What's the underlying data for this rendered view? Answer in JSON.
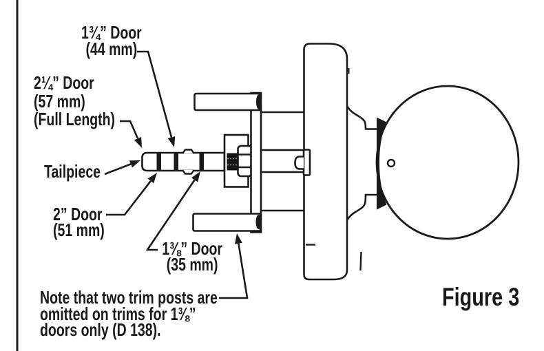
{
  "figure": {
    "caption": "Figure 3"
  },
  "labels": {
    "door_1_3_4": {
      "line1": "1¾” Door",
      "line2": "(44 mm)"
    },
    "door_2_1_4": {
      "line1": "2¼” Door",
      "line2": "(57 mm)",
      "line3": "(Full Length)"
    },
    "tailpiece": {
      "text": "Tailpiece"
    },
    "door_2": {
      "line1": "2” Door",
      "line2": "(51 mm)"
    },
    "door_1_3_8": {
      "line1": "1⅜” Door",
      "line2": "(35 mm)"
    },
    "note": {
      "line1": "Note that two trim posts are",
      "line2": "omitted on trims for 1⅜”",
      "line3": "doors only (D 138)."
    }
  },
  "colors": {
    "ink": "#1a1a1a",
    "background": "#ffffff"
  }
}
